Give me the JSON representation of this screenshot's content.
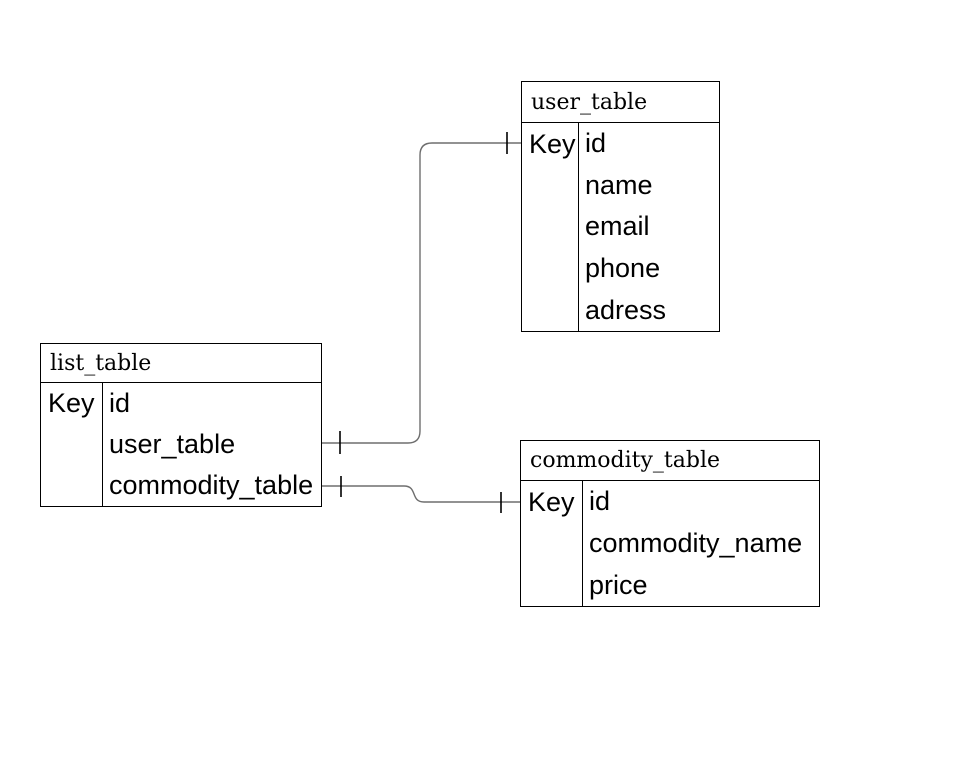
{
  "diagram": {
    "background_color": "#ffffff",
    "border_color": "#000000",
    "text_color": "#000000",
    "connector_color": "#6e6e6e",
    "marker_color": "#000000"
  },
  "tables": [
    {
      "title": "user_table",
      "key_label": "Key",
      "fields": [
        "id",
        "name",
        "email",
        "phone",
        "adress"
      ]
    },
    {
      "title": "list_table",
      "key_label": "Key",
      "fields": [
        "id",
        "user_table",
        "commodity_table"
      ]
    },
    {
      "title": "commodity_table",
      "key_label": "Key",
      "fields": [
        "id",
        "commodity_name",
        "price"
      ]
    }
  ],
  "relations": [
    {
      "from_table": "list_table",
      "from_field": "user_table",
      "to_table": "user_table",
      "to_field": "id",
      "from_cardinality": "one",
      "to_cardinality": "one"
    },
    {
      "from_table": "list_table",
      "from_field": "commodity_table",
      "to_table": "commodity_table",
      "to_field": "id",
      "from_cardinality": "one",
      "to_cardinality": "one"
    }
  ]
}
